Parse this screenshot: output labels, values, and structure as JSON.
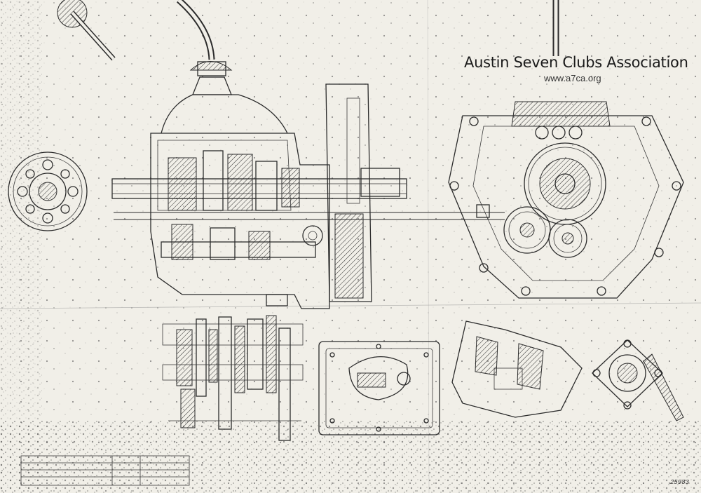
{
  "header": {
    "title": "Austin Seven Clubs Association",
    "url": "www.a7ca.org"
  },
  "title_block": {
    "drawing_number": "25983"
  },
  "colors": {
    "paper": "#f1efe8",
    "ink": "#2b2b2b"
  }
}
